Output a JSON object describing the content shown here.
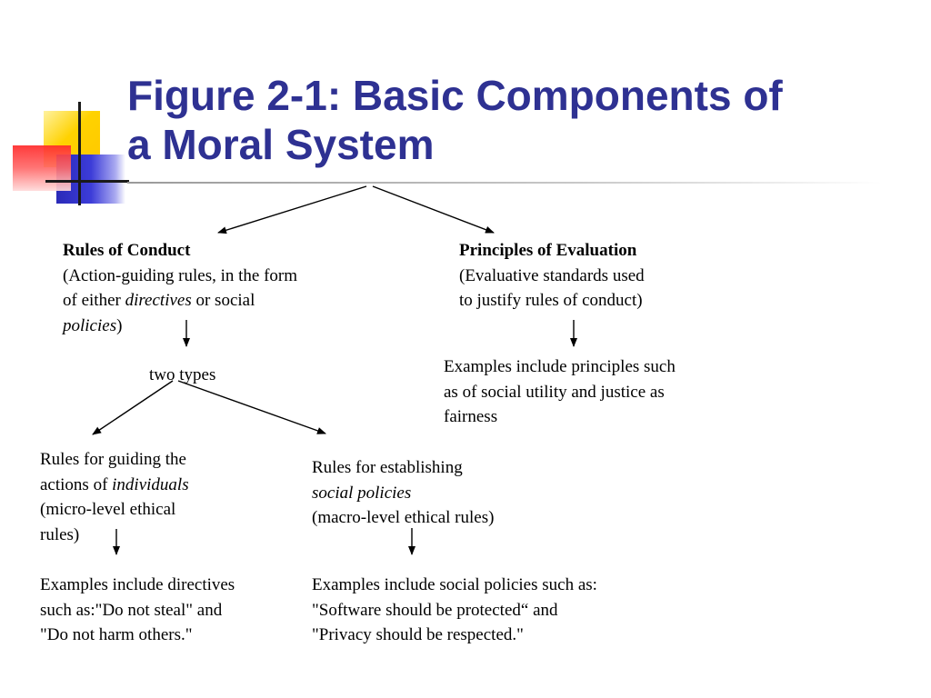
{
  "title": {
    "line1": "Figure 2-1: Basic Components of",
    "line2": "a Moral System"
  },
  "nodes": {
    "rules_of_conduct": {
      "heading": "Rules of Conduct",
      "line1": "(Action-guiding rules, in the form",
      "line2_pre": "of either ",
      "line2_em": "directives",
      "line2_post": " or social",
      "line3_em": "policies",
      "line3_post": ")"
    },
    "principles_of_evaluation": {
      "heading": "Principles of Evaluation",
      "line1": "(Evaluative standards used",
      "line2": "to justify rules of conduct)"
    },
    "two_types": {
      "text": "two types"
    },
    "principles_examples": {
      "line1": "Examples include principles such",
      "line2": "as of social utility and  justice as",
      "line3": "fairness"
    },
    "individual_rules": {
      "line1": "Rules for guiding the",
      "line2_pre": "actions of ",
      "line2_em": "individuals",
      "line3": "(micro-level ethical",
      "line4": "rules)"
    },
    "social_rules": {
      "line1": "Rules for establishing",
      "line2_em": "social policies",
      "line3": "(macro-level ethical rules)"
    },
    "individual_examples": {
      "line1": "Examples include directives",
      "line2": "such as:\"Do not steal\" and",
      "line3": "\"Do not harm others.\""
    },
    "social_examples": {
      "line1": "Examples include social policies such as:",
      "line2": "\"Software should be protected“ and",
      "line3": "\"Privacy should be respected.\""
    }
  }
}
